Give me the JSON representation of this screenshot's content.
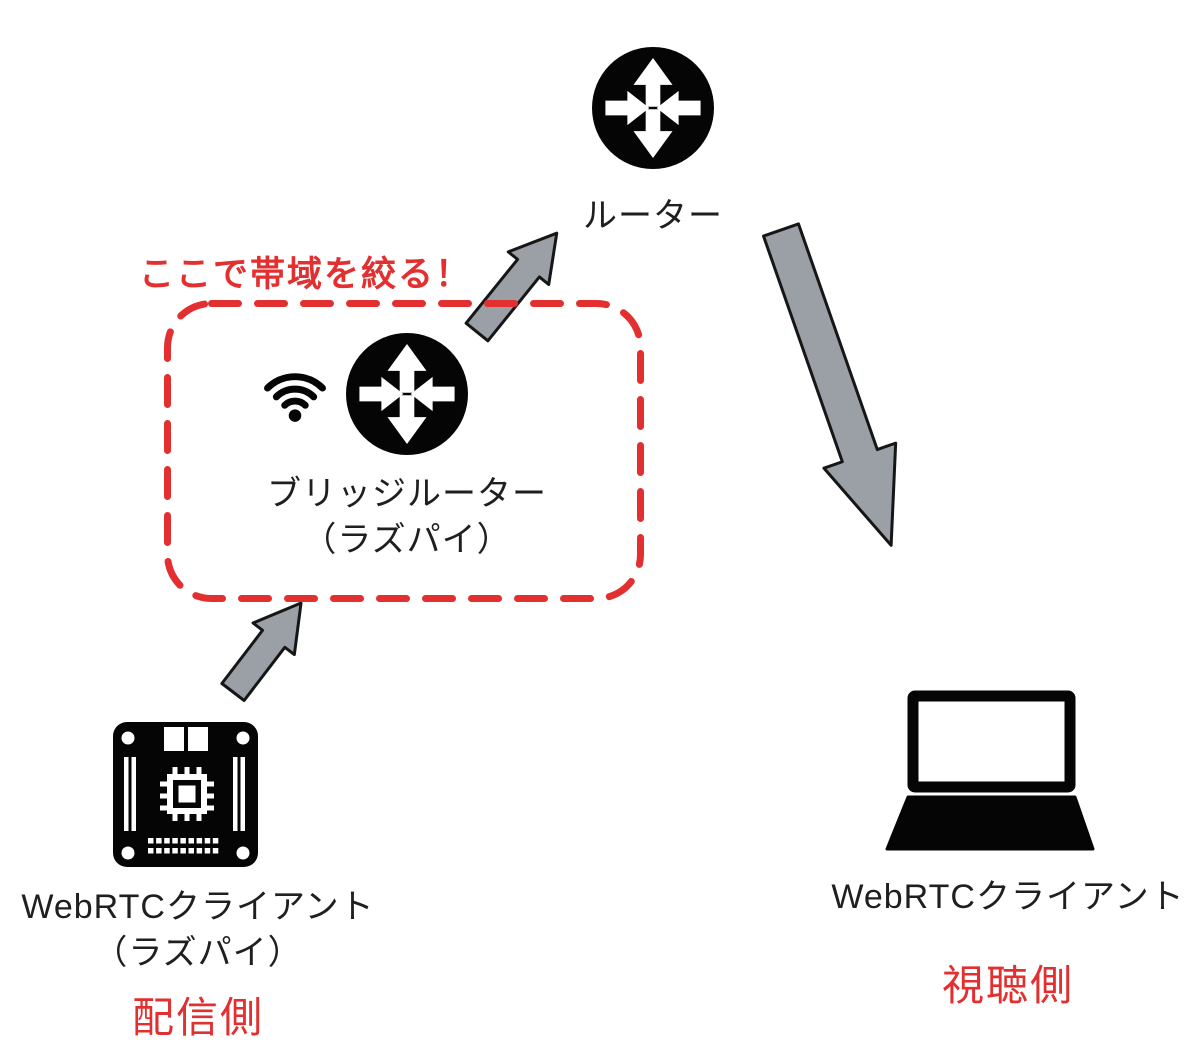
{
  "diagram": {
    "title_hint": "WebRTC bandwidth throttling network diagram",
    "background": "#ffffff",
    "colors": {
      "accent_red": "#e23030",
      "arrow_fill": "#9aa0a5",
      "arrow_stroke": "#161616",
      "text_black": "#1f1f1f",
      "icon_black": "#050505"
    },
    "annotation": "ここで帯域を絞る！",
    "router": {
      "label": "ルーター",
      "icon": "router-icon"
    },
    "bridge": {
      "line1": "ブリッジルーター",
      "line2": "（ラズパイ）",
      "icons": [
        "wifi-icon",
        "router-icon"
      ]
    },
    "sender": {
      "line1": "WebRTCクライアント",
      "line2": "（ラズパイ）",
      "role": "配信側",
      "icon": "raspberry-pi-icon"
    },
    "receiver": {
      "line1": "WebRTCクライアント",
      "role": "視聴側",
      "icon": "laptop-icon"
    }
  }
}
